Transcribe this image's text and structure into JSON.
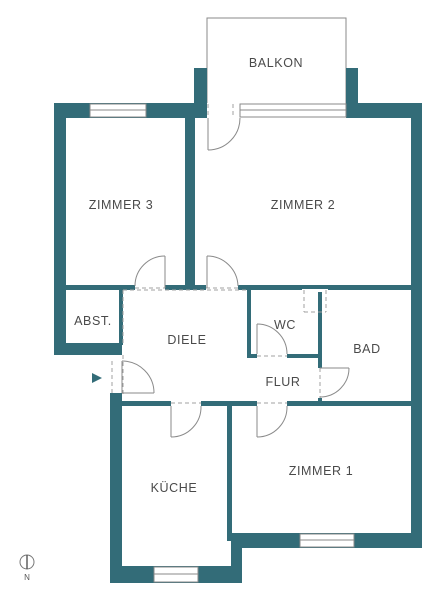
{
  "colors": {
    "wall": "#336c78",
    "line": "#8a8a8a",
    "dash": "#a0a0a0",
    "background": "#ffffff"
  },
  "rooms": {
    "balkon": "BALKON",
    "zimmer3": "ZIMMER 3",
    "zimmer2": "ZIMMER 2",
    "abst": "ABST.",
    "diele": "DIELE",
    "wc": "WC",
    "bad": "BAD",
    "flur": "FLUR",
    "kueche": "KÜCHE",
    "zimmer1": "ZIMMER 1"
  },
  "compass": {
    "label": "N",
    "icon": "north-compass-icon"
  },
  "entrance": {
    "icon": "entrance-arrow-icon"
  }
}
